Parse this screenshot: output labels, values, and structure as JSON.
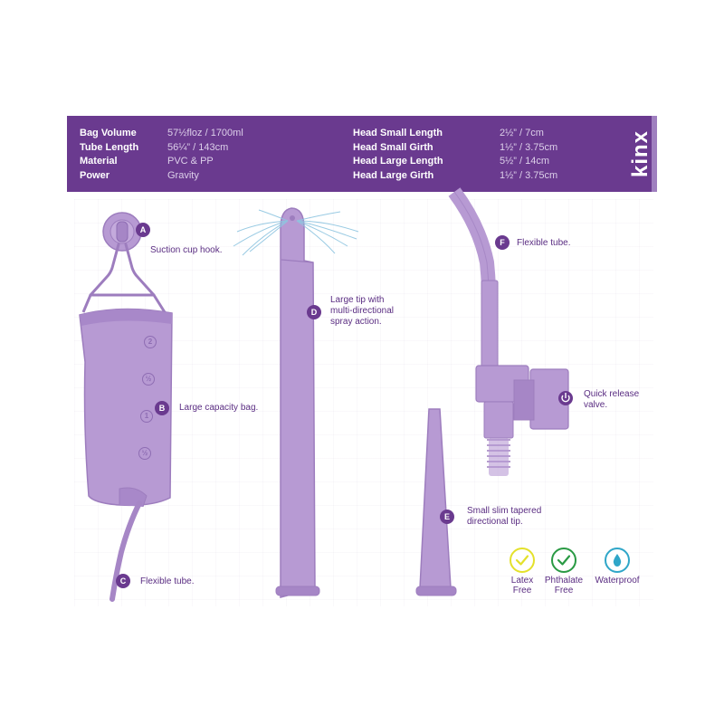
{
  "brand": "kinx",
  "specs": {
    "left": [
      {
        "key": "Bag Volume",
        "value": "57½floz / 1700ml"
      },
      {
        "key": "Tube Length",
        "value": "56¼” / 143cm"
      },
      {
        "key": "Material",
        "value": "PVC & PP"
      },
      {
        "key": "Power",
        "value": "Gravity"
      }
    ],
    "right": [
      {
        "key": "Head Small Length",
        "value": "2½” / 7cm"
      },
      {
        "key": "Head Small Girth",
        "value": "1½” / 3.75cm"
      },
      {
        "key": "Head Large Length",
        "value": "5½” / 14cm"
      },
      {
        "key": "Head Large Girth",
        "value": "1½” / 3.75cm"
      }
    ]
  },
  "callouts": {
    "a": {
      "letter": "A",
      "text": "Suction cup hook."
    },
    "b": {
      "letter": "B",
      "text": "Large capacity bag."
    },
    "c": {
      "letter": "C",
      "text": "Flexible tube."
    },
    "d": {
      "letter": "D",
      "line1": "Large  tip with",
      "line2": "multi-directional",
      "line3": "spray action."
    },
    "e": {
      "letter": "E",
      "line1": "Small slim tapered",
      "line2": "directional tip."
    },
    "f": {
      "letter": "F",
      "text": "Flexible tube."
    },
    "valve": {
      "line1": "Quick release",
      "line2": "valve."
    }
  },
  "bag_marks": [
    "2",
    "½",
    "1",
    "½"
  ],
  "badges": {
    "latex": {
      "line1": "Latex",
      "line2": "Free",
      "color": "#e4e12b"
    },
    "phthalate": {
      "line1": "Phthalate",
      "line2": "Free",
      "color": "#2a9a44"
    },
    "waterproof": {
      "line1": "Waterproof",
      "color": "#2fa6c8"
    }
  },
  "colors": {
    "accent": "#6a3a8f",
    "product": "#b79ad3",
    "product_dark": "#9d7dbe",
    "water": "#8ec5e0"
  }
}
